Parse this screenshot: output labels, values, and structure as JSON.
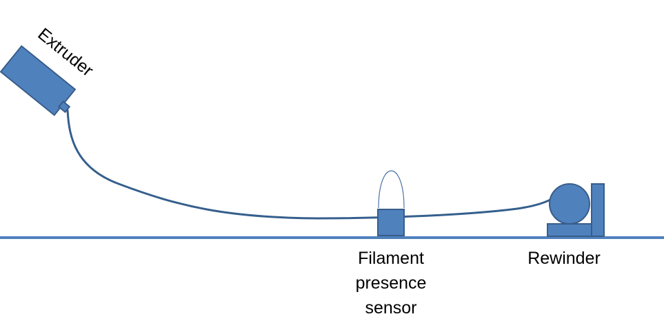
{
  "labels": {
    "extruder": "Extruder",
    "sensor_line1": "Filament",
    "sensor_line2": "presence",
    "sensor_line3": "sensor",
    "rewinder": "Rewinder"
  },
  "colors": {
    "shape_fill": "#4f81bd",
    "shape_stroke": "#385d8a",
    "filament": "#355f8d",
    "ground": "#4f81bd"
  }
}
